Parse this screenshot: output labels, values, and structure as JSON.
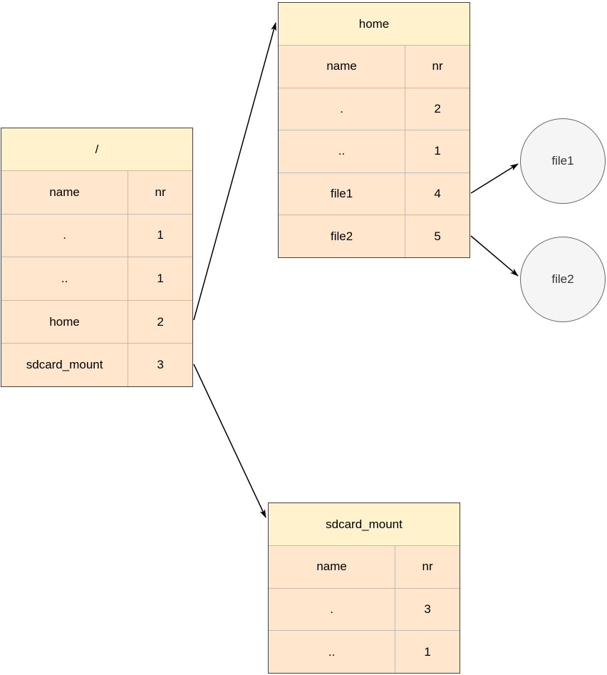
{
  "tables": [
    {
      "id": "root",
      "title": "/",
      "columns": [
        "name",
        "nr"
      ],
      "rows": [
        [
          ".",
          "1"
        ],
        [
          "..",
          "1"
        ],
        [
          "home",
          "2"
        ],
        [
          "sdcard_mount",
          "3"
        ]
      ]
    },
    {
      "id": "home",
      "title": "home",
      "columns": [
        "name",
        "nr"
      ],
      "rows": [
        [
          ".",
          "2"
        ],
        [
          "..",
          "1"
        ],
        [
          "file1",
          "4"
        ],
        [
          "file2",
          "5"
        ]
      ]
    },
    {
      "id": "sdcard_mount",
      "title": "sdcard_mount",
      "columns": [
        "name",
        "nr"
      ],
      "rows": [
        [
          ".",
          "3"
        ],
        [
          "..",
          "1"
        ]
      ]
    }
  ],
  "files": [
    {
      "label": "file1"
    },
    {
      "label": "file2"
    }
  ],
  "edges": [
    {
      "from": "root.home",
      "to": "home"
    },
    {
      "from": "root.sdcard_mount",
      "to": "sdcard_mount"
    },
    {
      "from": "home.file1",
      "to": "file1"
    },
    {
      "from": "home.file2",
      "to": "file2"
    }
  ],
  "colors": {
    "header_fill": "#FFF2CC",
    "row_fill": "#FFE6CC",
    "divider": "#c3bcae",
    "outer_border": "#404040",
    "circle_fill": "#F5F5F5",
    "circle_border": "#666666",
    "arrow": "#000000",
    "text": "#000000",
    "circle_text": "#333333"
  }
}
